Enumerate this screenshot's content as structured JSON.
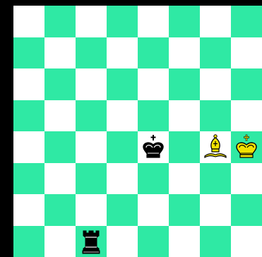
{
  "board": {
    "files": 8,
    "ranks": 8,
    "colors": {
      "light": "#ffffff",
      "dark": "#22e29a",
      "frame": "#000000",
      "black_piece": "#000000",
      "yellow_piece": "#f2e200"
    },
    "pieces": [
      {
        "name": "black-king-icon",
        "side": "black",
        "type": "king",
        "square": "e4"
      },
      {
        "name": "yellow-bishop-icon",
        "side": "yellow",
        "type": "bishop",
        "square": "g4"
      },
      {
        "name": "yellow-king-icon",
        "side": "yellow",
        "type": "king",
        "square": "h4"
      },
      {
        "name": "black-rook-icon",
        "side": "black",
        "type": "rook",
        "square": "c1"
      }
    ]
  }
}
